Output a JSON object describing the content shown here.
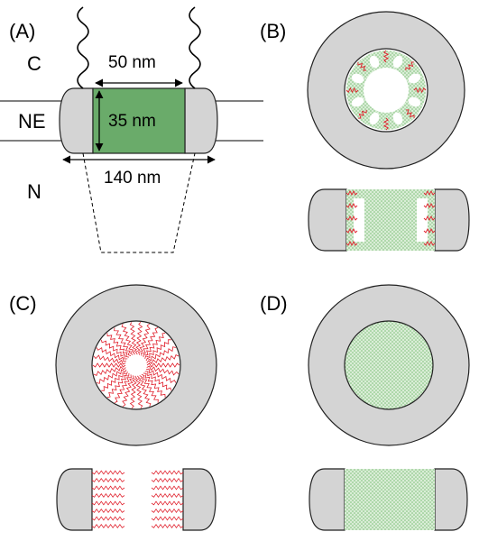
{
  "panels": {
    "a": {
      "label": "(A)"
    },
    "b": {
      "label": "(B)"
    },
    "c": {
      "label": "(C)"
    },
    "d": {
      "label": "(D)"
    }
  },
  "regions": {
    "cytoplasm": "C",
    "nuclear_envelope": "NE",
    "nucleus": "N"
  },
  "dimensions": {
    "pore_width": "50 nm",
    "pore_height": "35 nm",
    "outer_width": "140 nm"
  },
  "colors": {
    "scaffold": "#d4d4d4",
    "channel": "#6aab6a",
    "fg_mesh": "#a7d3a2",
    "fg_repeat": "#e0202c",
    "outline": "#222222"
  }
}
